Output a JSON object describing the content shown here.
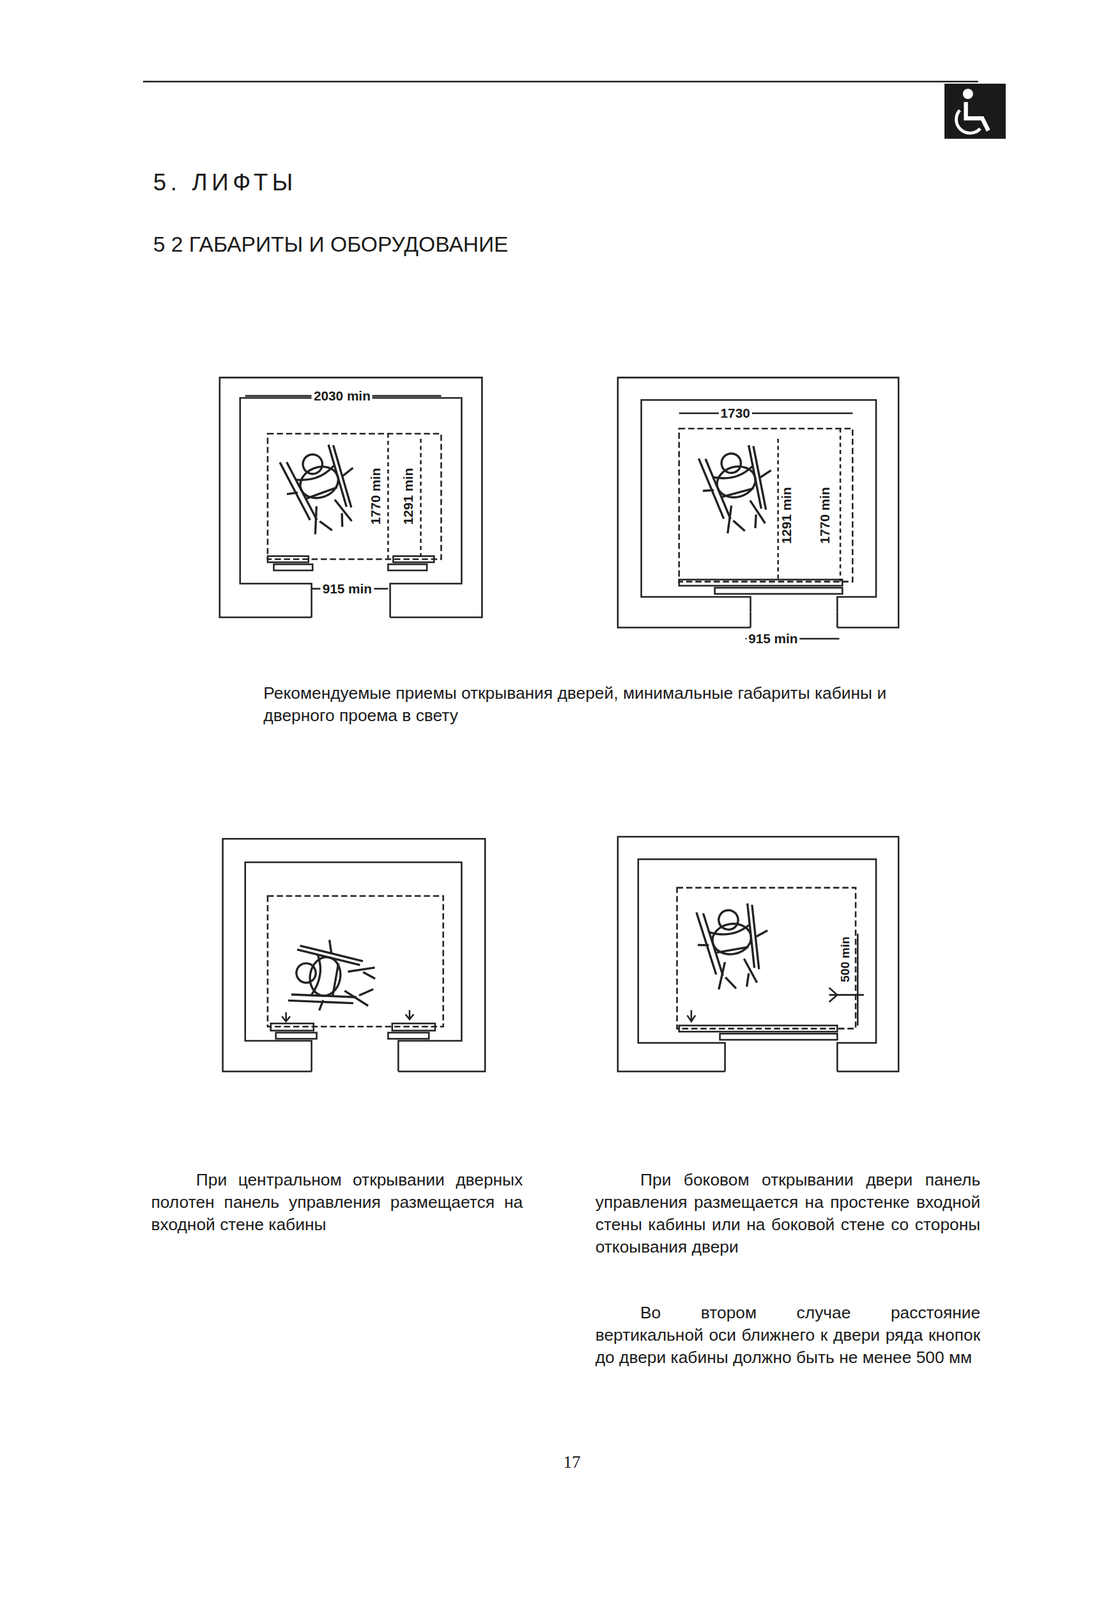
{
  "diagram": {
    "title": "5. ЛИФТЫ",
    "caption": "Рекомендуемые приемы открывания дверей, минимальные габариты кабины и дверного проема в свету",
    "labels": [
      "5 2 ГАБАРИТЫ И ОБОРУДОВАНИЕ",
      "2030 min",
      "1770 min",
      "1291 min",
      "915 min",
      "1730",
      "1291 min",
      "1770 min",
      "915 min",
      "500 min",
      "При центральном открывании дверных полотен панель управления размещается на входной стене кабины",
      "При боковом открывании двери панель управления размещается на простенке входной стены кабины или на боковой стене со стороны откоывания двери",
      "Во втором случае расстояние вертикальной оси ближнего к двери ряда кнопок до двери кабины должно быть не менее 500 мм",
      "17"
    ]
  }
}
